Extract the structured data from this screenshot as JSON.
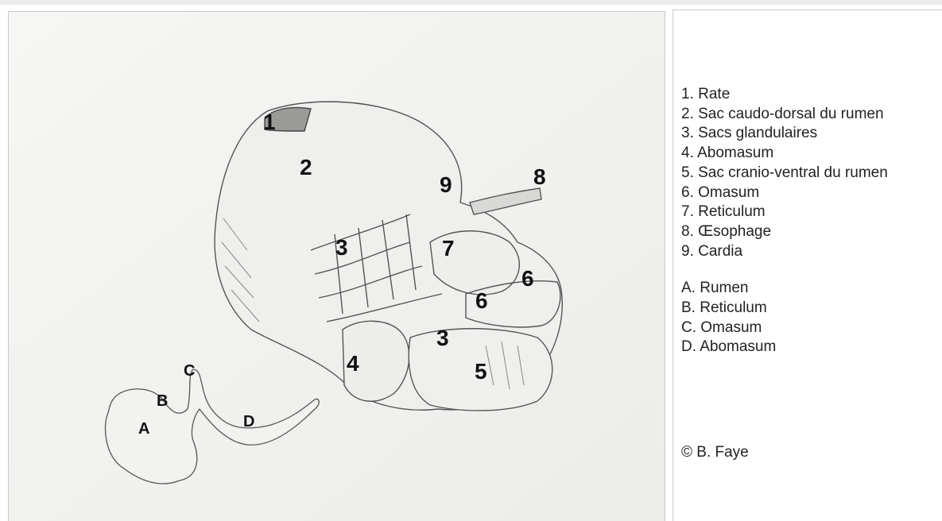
{
  "figure": {
    "labels_numbered": [
      "1",
      "2",
      "3",
      "3",
      "4",
      "5",
      "6",
      "6",
      "7",
      "8",
      "9"
    ],
    "labels_lettered": [
      "A",
      "B",
      "C",
      "D"
    ]
  },
  "legend": {
    "numbered": [
      "1. Rate",
      "2. Sac caudo-dorsal du rumen",
      "3. Sacs glandulaires",
      "4. Abomasum",
      "5. Sac cranio-ventral du rumen",
      "6. Omasum",
      "7. Reticulum",
      "8. Œsophage",
      "9. Cardia"
    ],
    "lettered": [
      "A. Rumen",
      "B. Reticulum",
      "C. Omasum",
      "D. Abomasum"
    ],
    "copyright": "© B. Faye"
  },
  "colors": {
    "paper": "#f4f4f2",
    "pencil": "#555555",
    "border": "#c9c9c9"
  }
}
